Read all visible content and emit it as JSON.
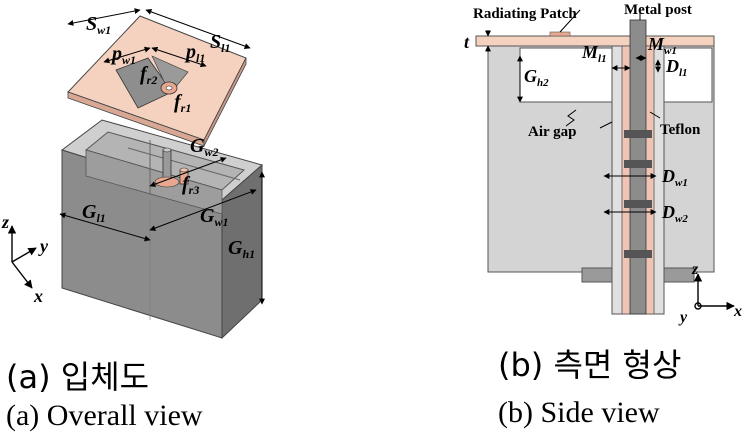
{
  "panel_a": {
    "labels": {
      "sw1": "S",
      "sw1_sub": "w1",
      "sl1": "S",
      "sl1_sub": "l1",
      "pw1": "p",
      "pw1_sub": "w1",
      "pl1": "p",
      "pl1_sub": "l1",
      "fr2": "f",
      "fr2_sub": "r2",
      "fr1": "f",
      "fr1_sub": "r1",
      "gw2": "G",
      "gw2_sub": "w2",
      "fr3": "f",
      "fr3_sub": "r3",
      "gl1": "G",
      "gl1_sub": "l1",
      "gw1": "G",
      "gw1_sub": "w1",
      "gh1": "G",
      "gh1_sub": "h1"
    },
    "axes": {
      "z": "z",
      "y": "y",
      "x": "x"
    },
    "caption_ko": "(a) 입체도",
    "caption_en": "(a) Overall view"
  },
  "panel_b": {
    "labels": {
      "radiating_patch": "Radiating Patch",
      "metal_post": "Metal post",
      "t": "t",
      "ml1": "M",
      "ml1_sub": "l1",
      "mw1": "M",
      "mw1_sub": "w1",
      "dl1": "D",
      "dl1_sub": "l1",
      "gh2": "G",
      "gh2_sub": "h2",
      "air_gap": "Air gap",
      "teflon": "Teflon",
      "dw1": "D",
      "dw1_sub": "w1",
      "dw2": "D",
      "dw2_sub": "w2"
    },
    "axes": {
      "z": "z",
      "y": "y",
      "x": "x"
    },
    "caption_ko": "(b) 측면 형상",
    "caption_en": "(b) Side view"
  },
  "colors": {
    "patch": "#f5d2c0",
    "box_dark": "#8a8a8a",
    "box_mid": "#a8a8a8",
    "box_light": "#d0d0d0",
    "copper": "#e8a890",
    "teflon": "#f0c4b4"
  }
}
